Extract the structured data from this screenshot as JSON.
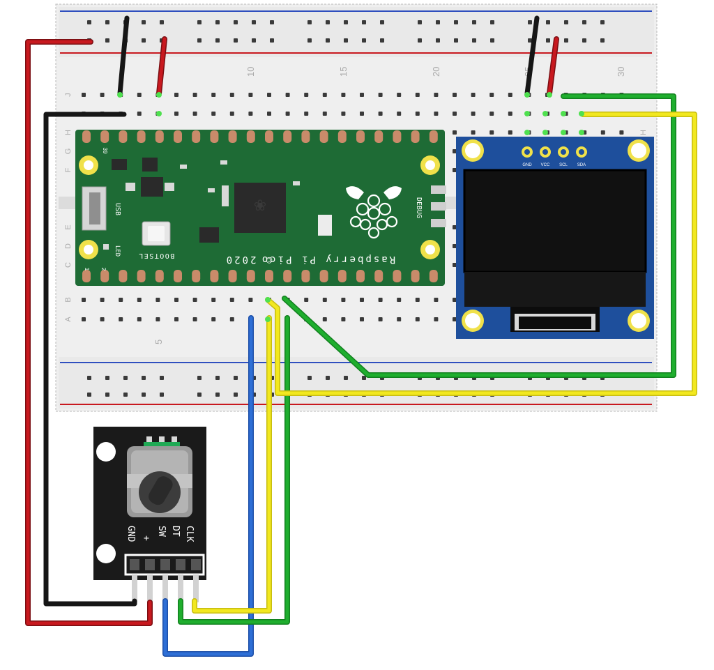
{
  "breadboard": {
    "column_numbers": [
      "10",
      "15",
      "20",
      "25",
      "30",
      "5"
    ],
    "row_letters": [
      "J",
      "I",
      "H",
      "G",
      "F",
      "E",
      "D",
      "C",
      "B",
      "A"
    ]
  },
  "pico": {
    "brand": "Raspberry Pi Pico",
    "year": "© 2020",
    "bootsel": "BOOTSEL",
    "usb": "USB",
    "debug": "DEBUG",
    "led": "LED",
    "pin_1": "1",
    "pin_2": "2",
    "pin_39": "39"
  },
  "oled": {
    "pins": [
      "GND",
      "VCC",
      "SCL",
      "SDA"
    ]
  },
  "encoder": {
    "pins": [
      "CLK",
      "DT",
      "SW",
      "+",
      "GND"
    ]
  },
  "colors": {
    "board": "#1e6b35",
    "breadboard": "#f0f0f0",
    "wire_red": "#c8191f",
    "wire_black": "#161616",
    "wire_green": "#1fae2e",
    "wire_yellow": "#f2e81f",
    "wire_blue": "#2e6fd6",
    "oled_pcb": "#1e4f9c",
    "encoder_pcb": "#1a1a1a"
  }
}
